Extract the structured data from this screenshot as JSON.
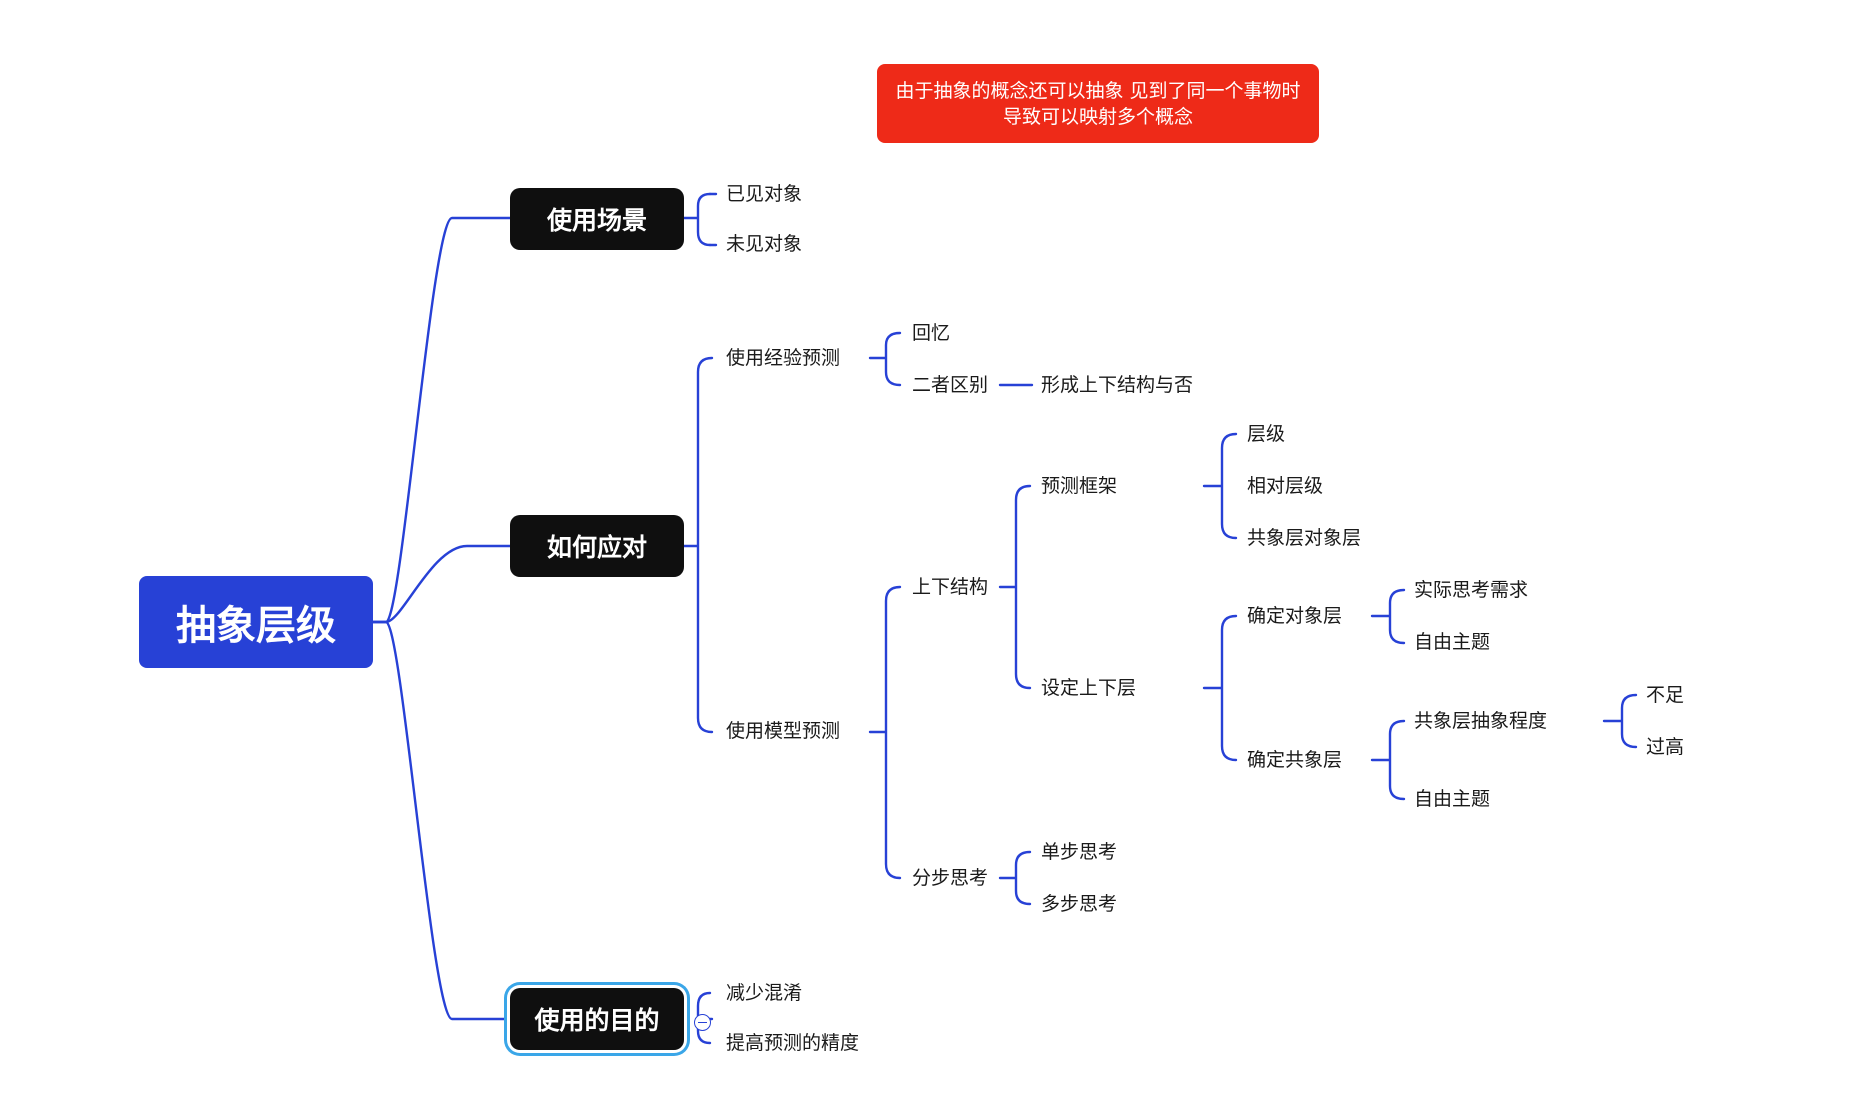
{
  "root": {
    "label": "抽象层级"
  },
  "note": {
    "lines": [
      "由于抽象的概念还可以抽象 见到了同一个事物时",
      "导致可以映射多个概念"
    ]
  },
  "branches": {
    "scenario": {
      "label": "使用场景",
      "children": [
        "已见对象",
        "未见对象"
      ]
    },
    "response": {
      "label": "如何应对",
      "experience": {
        "label": "使用经验预测",
        "recall": "回忆",
        "difference": {
          "label": "二者区别",
          "result": "形成上下结构与否"
        }
      },
      "model": {
        "label": "使用模型预测",
        "structure": {
          "label": "上下结构",
          "framework": {
            "label": "预测框架",
            "children": [
              "层级",
              "相对层级",
              "共象层对象层"
            ]
          },
          "layers": {
            "label": "设定上下层",
            "object_layer": {
              "label": "确定对象层",
              "children": [
                "实际思考需求",
                "自由主题"
              ]
            },
            "common_layer": {
              "label": "确定共象层",
              "degree": {
                "label": "共象层抽象程度",
                "children": [
                  "不足",
                  "过高"
                ]
              },
              "free": "自由主题"
            }
          }
        },
        "steps": {
          "label": "分步思考",
          "children": [
            "单步思考",
            "多步思考"
          ]
        }
      }
    },
    "purpose": {
      "label": "使用的目的",
      "children": [
        "减少混淆",
        "提高预测的精度"
      ]
    }
  },
  "colors": {
    "line": "#2741d6",
    "root_fill": "#2741d6",
    "main_fill": "#0f0f0f",
    "note_fill": "#ee2a18",
    "selection": "#3aa6e8"
  }
}
